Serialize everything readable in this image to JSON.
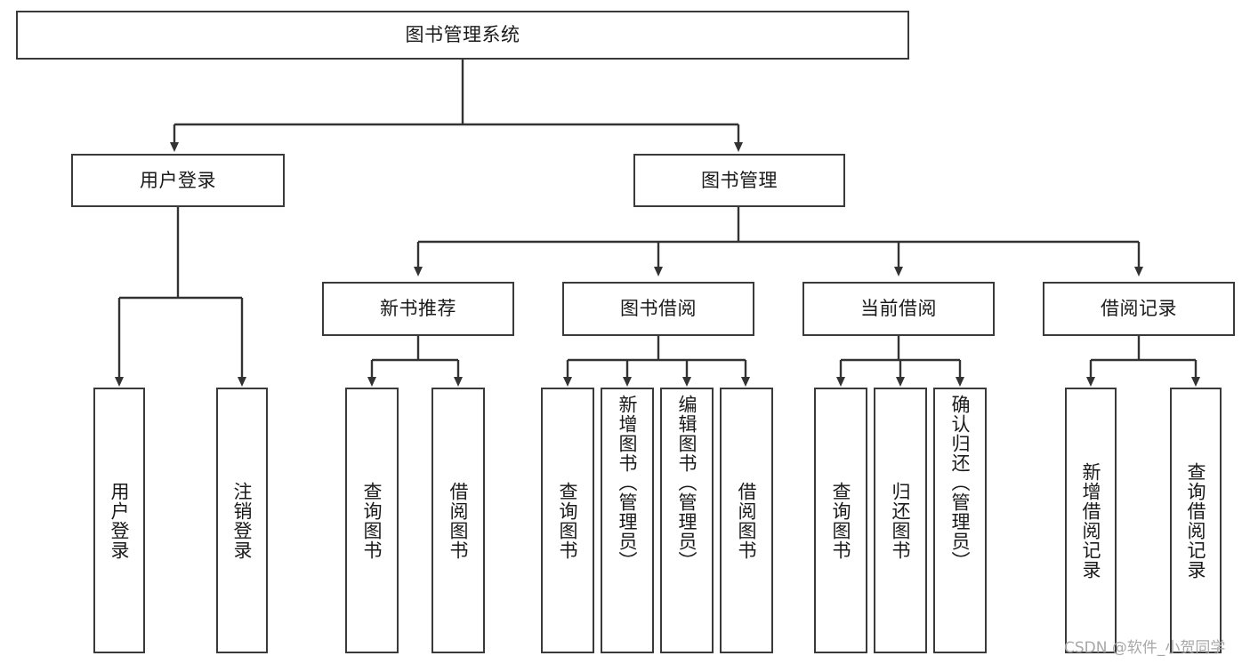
{
  "diagram": {
    "type": "hierarchy-tree",
    "title": "图书管理系统",
    "watermark": "CSDN @软件_小贺同学",
    "colors": {
      "box_border": "#3a3a3a",
      "box_fill": "#ffffff",
      "connector": "#333333",
      "text": "#1a1a1a",
      "watermark": "#a8a8a8",
      "background": "#ffffff"
    },
    "levels": {
      "root": "图书管理系统",
      "level2": [
        "用户登录",
        "图书管理"
      ],
      "level3": [
        "新书推荐",
        "图书借阅",
        "当前借阅",
        "借阅记录"
      ]
    },
    "nodes": {
      "root": {
        "label": "图书管理系统"
      },
      "user_login": {
        "label": "用户登录"
      },
      "book_manage": {
        "label": "图书管理"
      },
      "new_book_rec": {
        "label": "新书推荐"
      },
      "book_borrow": {
        "label": "图书借阅"
      },
      "current_borrow": {
        "label": "当前借阅"
      },
      "borrow_record": {
        "label": "借阅记录"
      }
    },
    "leaves": {
      "user_login": [
        {
          "label": "用户登录"
        },
        {
          "label": "注销登录"
        }
      ],
      "new_book_rec": [
        {
          "label": "查询图书"
        },
        {
          "label": "借阅图书"
        }
      ],
      "book_borrow": [
        {
          "label": "查询图书"
        },
        {
          "label": "新增图书（管理员）"
        },
        {
          "label": "编辑图书（管理员）"
        },
        {
          "label": "借阅图书"
        }
      ],
      "current_borrow": [
        {
          "label": "查询图书"
        },
        {
          "label": "归还图书"
        },
        {
          "label": "确认归还（管理员）"
        }
      ],
      "borrow_record": [
        {
          "label": "新增借阅记录"
        },
        {
          "label": "查询借阅记录"
        }
      ]
    }
  }
}
